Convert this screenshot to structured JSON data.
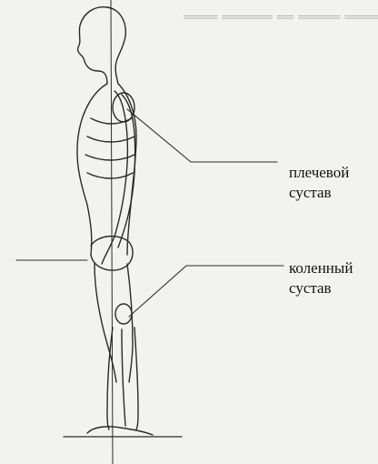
{
  "labels": {
    "shoulder_line1": "плечевой",
    "shoulder_line2": "сустав",
    "knee_line1": "коленный",
    "knee_line2": "сустав"
  }
}
